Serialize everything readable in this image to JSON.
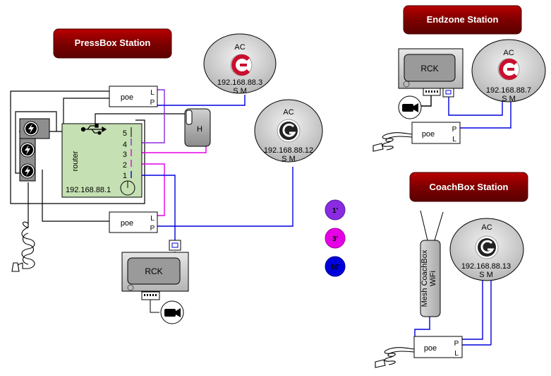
{
  "stations": {
    "pressbox": "PressBox Station",
    "endzone": "Endzone Station",
    "coachbox": "CoachBox Station"
  },
  "ac_label": "AC",
  "poe_label": "poe",
  "rck_label": "RCK",
  "h_label": "H",
  "router": {
    "label": "router",
    "ip": "192.168.88.1",
    "ports": [
      "5",
      "4",
      "3",
      "2",
      "1"
    ]
  },
  "pins": {
    "l": "L",
    "p": "P",
    "sm": "S M"
  },
  "access_points": {
    "pressbox_a": "192.168.88.3",
    "pressbox_b": "192.168.88.12",
    "endzone": "192.168.88.7",
    "coachbox": "192.168.88.13"
  },
  "mesh": {
    "line1": "Mesh CoachBox",
    "line2": "WiFi"
  },
  "legend": [
    "1'",
    "3'",
    "10'"
  ],
  "colors": {
    "title_bg": "#9b0000",
    "router_bg": "#c5e0b2",
    "cable_1": "#8a2be2",
    "cable_3": "#e600e6",
    "cable_10": "#0000dd"
  }
}
